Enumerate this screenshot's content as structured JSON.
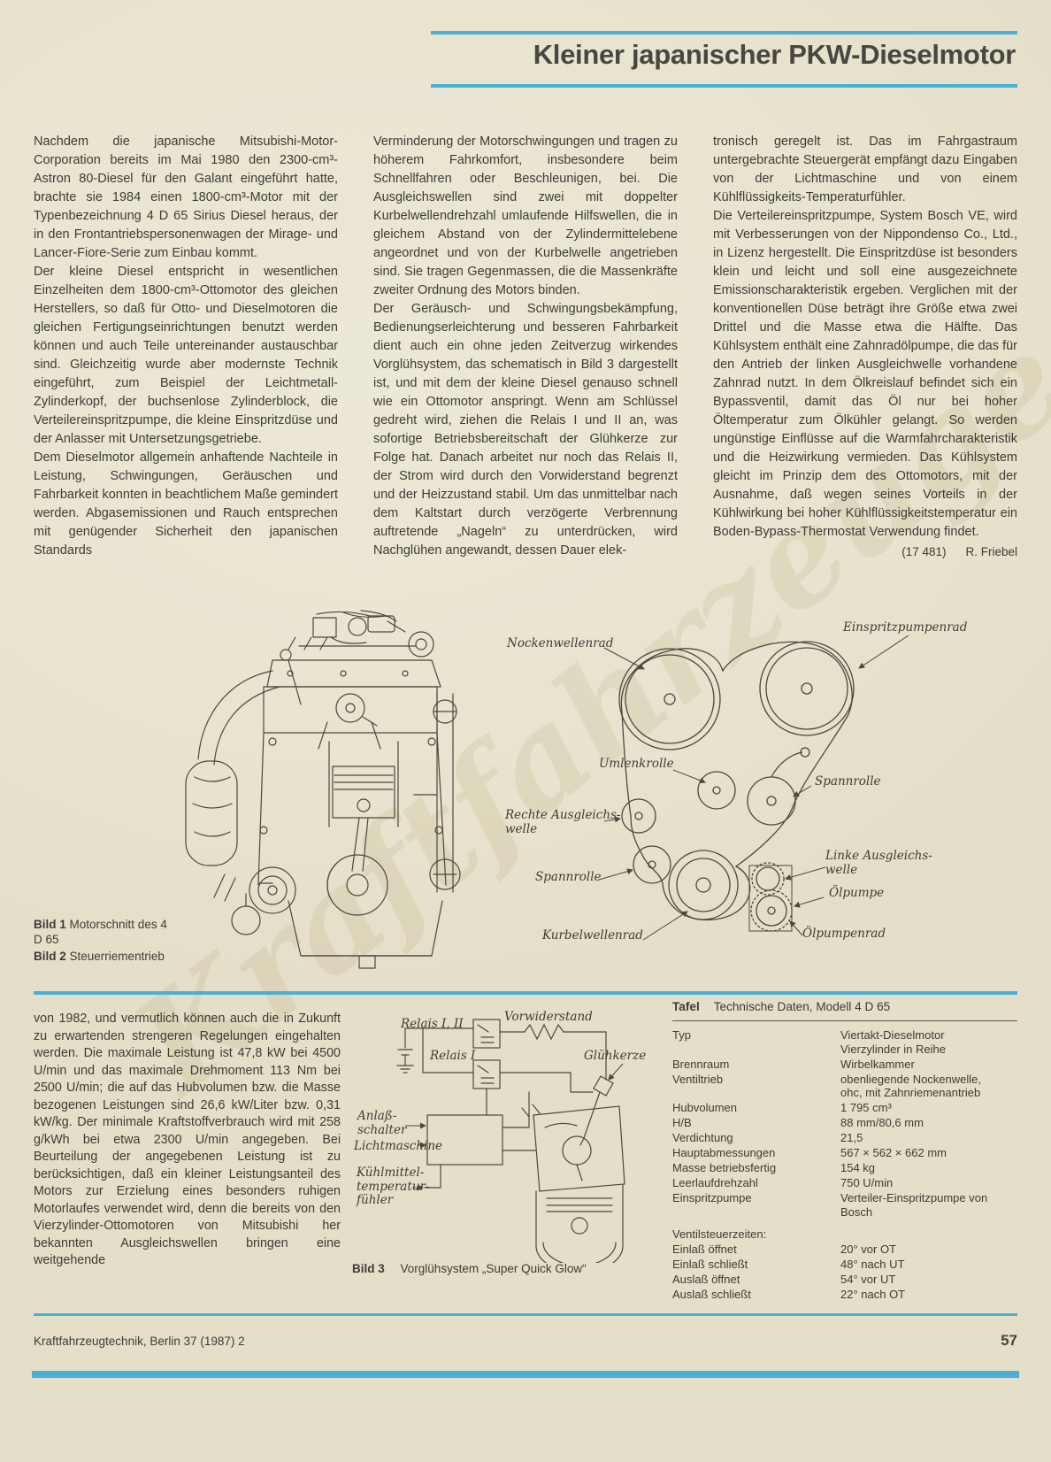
{
  "page": {
    "accent_color": "#46b1d4",
    "paper_color": "#e9e4d1",
    "watermark": "Kraftfahrzeuge",
    "footer_left": "Kraftfahrzeugtechnik, Berlin 37 (1987) 2",
    "page_number": "57"
  },
  "header": {
    "title": "Kleiner japanischer PKW-Dieselmotor"
  },
  "article": {
    "col1": [
      "Nachdem die japanische Mitsubishi-Motor-Corporation bereits im Mai 1980 den 2300-cm³-Astron 80-Diesel für den Galant eingeführt hatte, brachte sie 1984 einen 1800-cm³-Motor mit der Typenbezeichnung 4 D 65 Sirius Diesel heraus, der in den Frontantriebspersonenwagen der Mirage- und Lancer-Fiore-Serie zum Einbau kommt.",
      "Der kleine Diesel entspricht in wesentlichen Einzelheiten dem 1800-cm³-Ottomotor des gleichen Herstellers, so daß für Otto- und Dieselmotoren die gleichen Fertigungseinrichtungen benutzt werden können und auch Teile untereinander austauschbar sind. Gleichzeitig wurde aber modernste Technik eingeführt, zum Beispiel der Leichtmetall-Zylinderkopf, der buchsenlose Zylinderblock, die Verteilereinspritzpumpe, die kleine Einspritzdüse und der Anlasser mit Untersetzungsgetriebe.",
      "Dem Dieselmotor allgemein anhaftende Nachteile in Leistung, Schwingungen, Geräuschen und Fahrbarkeit konnten in beachtlichem Maße gemindert werden. Abgasemissionen und Rauch entsprechen mit genügender Sicherheit den japanischen Standards"
    ],
    "col2": [
      "Verminderung der Motorschwingungen und tragen zu höherem Fahrkomfort, insbesondere beim Schnellfahren oder Beschleunigen, bei. Die Ausgleichswellen sind zwei mit doppelter Kurbelwellendrehzahl umlaufende Hilfswellen, die in gleichem Abstand von der Zylindermittelebene angeordnet und von der Kurbelwelle angetrieben sind. Sie tragen Gegenmassen, die die Massenkräfte zweiter Ordnung des Motors binden.",
      "Der Geräusch- und Schwingungsbekämpfung, Bedienungserleichterung und besseren Fahrbarkeit dient auch ein ohne jeden Zeitverzug wirkendes Vorglühsystem, das schematisch in Bild 3 dargestellt ist, und mit dem der kleine Diesel genauso schnell wie ein Ottomotor anspringt. Wenn am Schlüssel gedreht wird, ziehen die Relais I und II an, was sofortige Betriebsbereitschaft der Glühkerze zur Folge hat. Danach arbeitet nur noch das Relais II, der Strom wird durch den Vorwiderstand begrenzt und der Heizzustand stabil. Um das unmittelbar nach dem Kaltstart durch verzögerte Verbrennung auftretende „Nageln“ zu unterdrücken, wird Nachglühen angewandt, dessen Dauer elek-"
    ],
    "col3": [
      "tronisch geregelt ist. Das im Fahrgastraum untergebrachte Steuergerät empfängt dazu Eingaben von der Lichtmaschine und von einem Kühlflüssigkeits-Temperaturfühler.",
      "Die Verteilereinspritzpumpe, System Bosch VE, wird mit Verbesserungen von der Nippondenso Co., Ltd., in Lizenz hergestellt. Die Einspritzdüse ist besonders klein und leicht und soll eine ausgezeichnete Emissionscharakteristik ergeben. Verglichen mit der konventionellen Düse beträgt ihre Größe etwa zwei Drittel und die Masse etwa die Hälfte. Das Kühlsystem enthält eine Zahnradölpumpe, die das für den Antrieb der linken Ausgleichwelle vorhandene Zahnrad nutzt. In dem Ölkreislauf befindet sich ein Bypassventil, damit das Öl nur bei hoher Öltemperatur zum Ölkühler gelangt. So werden ungünstige Einflüsse auf die Warmfahrcharakteristik und die Heizwirkung vermieden. Das Kühlsystem gleicht im Prinzip dem des Ottomotors, mit der Ausnahme, daß wegen seines Vorteils in der Kühlwirkung bei hoher Kühlflüssigkeitstemperatur ein Boden-Bypass-Thermostat Verwendung findet.",
      ""
    ],
    "credit_number": "(17 481)",
    "credit_author": "R. Friebel"
  },
  "bottom_article": {
    "paragraph": "von 1982, und vermutlich können auch die in Zukunft zu erwartenden strengeren Regelungen eingehalten werden. Die maximale Leistung ist 47,8 kW bei 4500 U/min und das maximale Drehmoment 113 Nm bei 2500 U/min; die auf das Hubvolumen bzw. die Masse bezogenen Leistungen sind 26,6 kW/Liter bzw. 0,31 kW/kg. Der minimale Kraftstoffverbrauch wird mit 258 g/kWh bei etwa 2300 U/min angegeben. Bei Beurteilung der angegebenen Leistung ist zu berücksichtigen, daß ein kleiner Leistungsanteil des Motors zur Erzielung eines besonders ruhigen Motorlaufes verwendet wird, denn die bereits von den Vierzylinder-Ottomotoren von Mitsubishi her bekannten Ausgleichswellen bringen eine weitgehende"
  },
  "figure12": {
    "captions": [
      {
        "label": "Bild 1",
        "text": "Motorschnitt des 4 D 65"
      },
      {
        "label": "Bild 2",
        "text": "Steuerriementrieb"
      }
    ],
    "belt_labels": {
      "nockenwellenrad": "Nockenwellenrad",
      "einspritzpumpenrad": "Einspritzpumpenrad",
      "umlenkrolle": "Umlenkrolle",
      "spannrolle_right": "Spannrolle",
      "rechte_ausgleichswelle": "Rechte Ausgleichs-\nwelle",
      "spannrolle_left": "Spannrolle",
      "linke_ausgleichswelle": "Linke Ausgleichs-\nwelle",
      "oelpumpe": "Ölpumpe",
      "kurbelwellenrad": "Kurbelwellenrad",
      "oelpumpenrad": "Ölpumpenrad"
    }
  },
  "figure3": {
    "caption_label": "Bild 3",
    "caption_text": "Vorglühsystem „Super Quick Glow“",
    "labels": {
      "relais12": "Relais I, II",
      "vorwiderstand": "Vorwiderstand",
      "relais1": "Relais I",
      "gluehkerze": "Glühkerze",
      "anlassschalter": "Anlaß-\nschalter",
      "lichtmaschine": "Lichtmaschine",
      "kuehlmittel": "Kühlmittel-\ntemperatur-\nfühler"
    }
  },
  "table": {
    "label": "Tafel",
    "title": "Technische Daten, Modell 4 D 65",
    "rows": [
      {
        "k": "Typ",
        "v": "Viertakt-Dieselmotor\nVierzylinder in Reihe"
      },
      {
        "k": "Brennraum",
        "v": "Wirbelkammer"
      },
      {
        "k": "Ventiltrieb",
        "v": "obenliegende Nockenwelle,\nohc, mit Zahnriemenantrieb"
      },
      {
        "k": "Hubvolumen",
        "v": "1 795 cm³"
      },
      {
        "k": "H/B",
        "v": "88 mm/80,6 mm"
      },
      {
        "k": "Verdichtung",
        "v": "21,5"
      },
      {
        "k": "Hauptabmessungen",
        "v": "567 × 562 × 662 mm"
      },
      {
        "k": "Masse betriebsfertig",
        "v": "154 kg"
      },
      {
        "k": "Leerlaufdrehzahl",
        "v": "750 U/min"
      },
      {
        "k": "Einspritzpumpe",
        "v": "Verteiler-Einspritzpumpe von\nBosch"
      },
      {
        "k": "Ventilsteuerzeiten:",
        "v": ""
      },
      {
        "k": "Einlaß öffnet",
        "v": "20° vor OT"
      },
      {
        "k": "Einlaß schließt",
        "v": "48° nach UT"
      },
      {
        "k": "Auslaß öffnet",
        "v": "54° vor UT"
      },
      {
        "k": "Auslaß schließt",
        "v": "22° nach OT"
      }
    ]
  }
}
